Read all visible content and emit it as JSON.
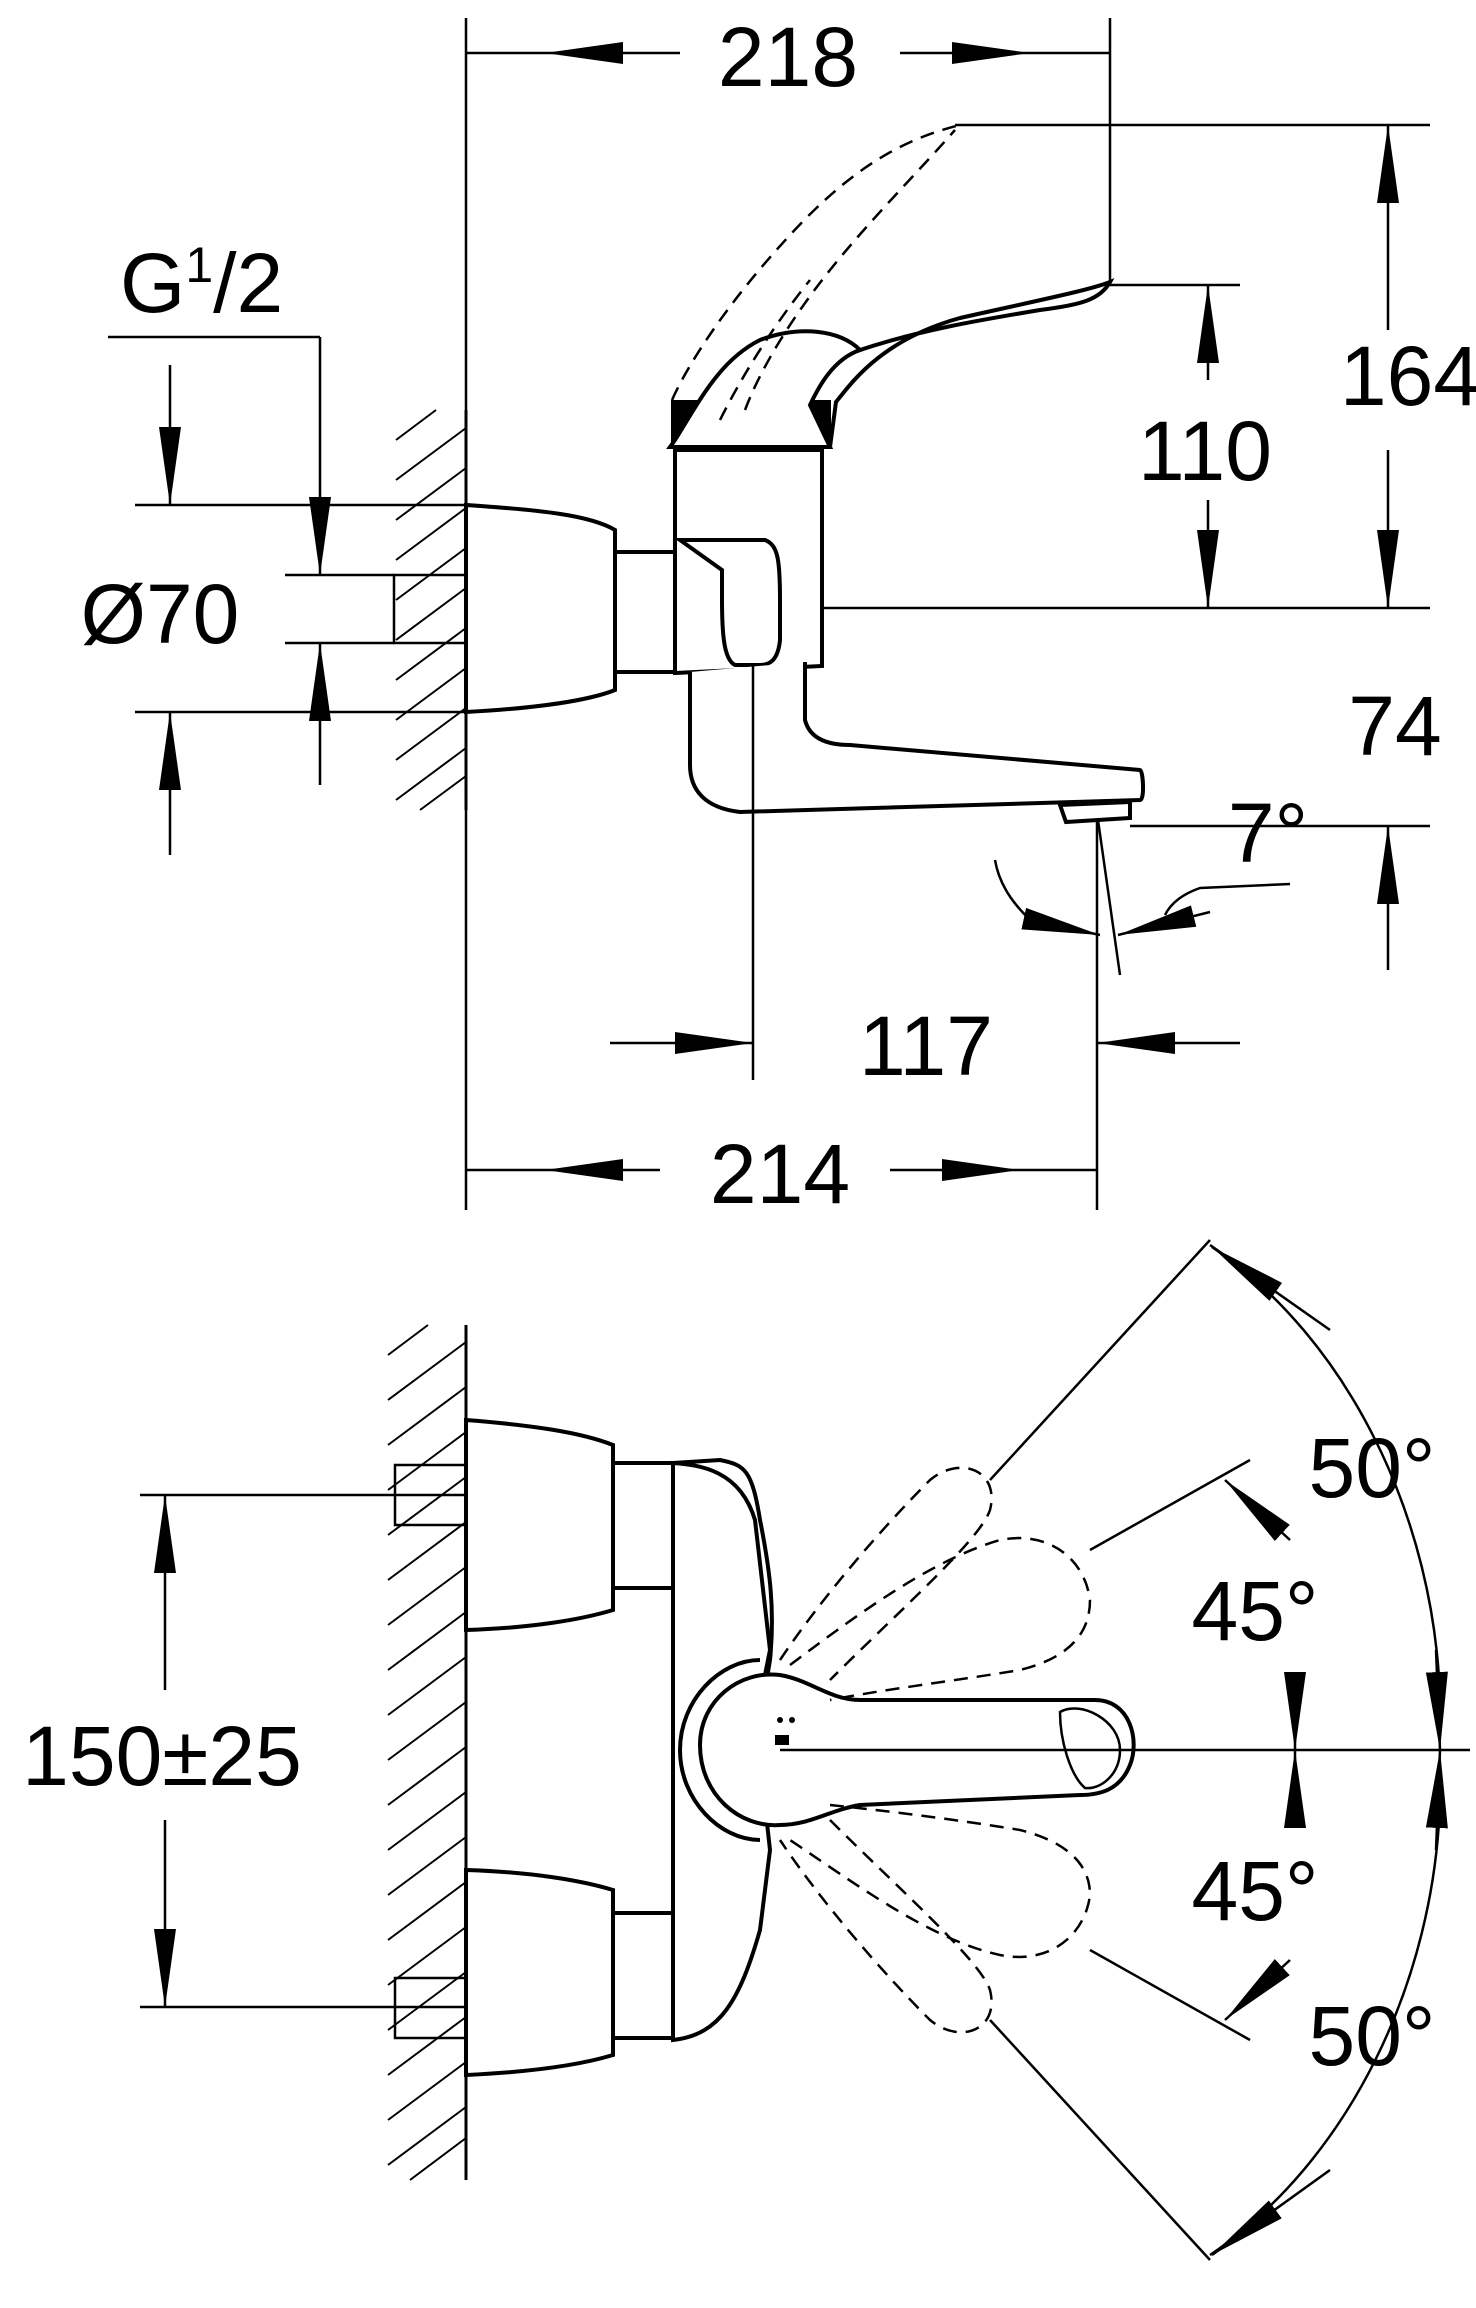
{
  "side_view": {
    "dim_width_top": "218",
    "dim_height_total": "164",
    "dim_height_lever": "110",
    "dim_thread": "G",
    "dim_thread_num": "1",
    "dim_thread_den": "/2",
    "dim_diameter": "Ø70",
    "dim_outlet_drop": "74",
    "dim_spout_angle": "7°",
    "dim_spout_reach": "117",
    "dim_width_bottom": "214"
  },
  "top_view": {
    "dim_centers": "150±25",
    "angle_outer_upper": "50°",
    "angle_inner_upper": "45°",
    "angle_inner_lower": "45°",
    "angle_outer_lower": "50°"
  }
}
